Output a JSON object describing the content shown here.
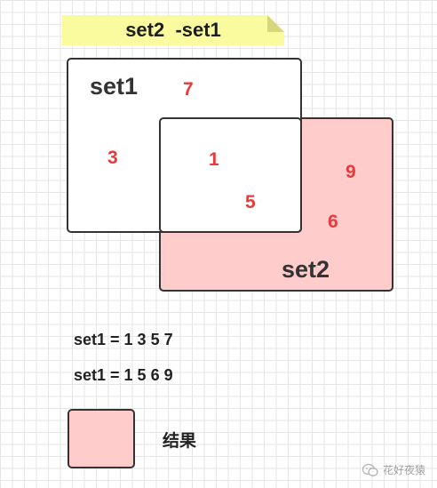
{
  "title": "set2  -set1",
  "set1": {
    "label": "set1",
    "only_elements": [
      "7",
      "3"
    ]
  },
  "set2": {
    "label": "set2",
    "only_elements": [
      "9",
      "6"
    ]
  },
  "intersection": {
    "elements": [
      "1",
      "5"
    ]
  },
  "equations": [
    "set1 = 1 3 5 7",
    "set1 = 1 5 6 9"
  ],
  "legend": {
    "label": "结果"
  },
  "watermark": "花好夜猿",
  "colors": {
    "result_fill": "#ffcccc",
    "number_color": "#e83a3a",
    "note_fill": "#fafa9e",
    "border": "#333333"
  }
}
